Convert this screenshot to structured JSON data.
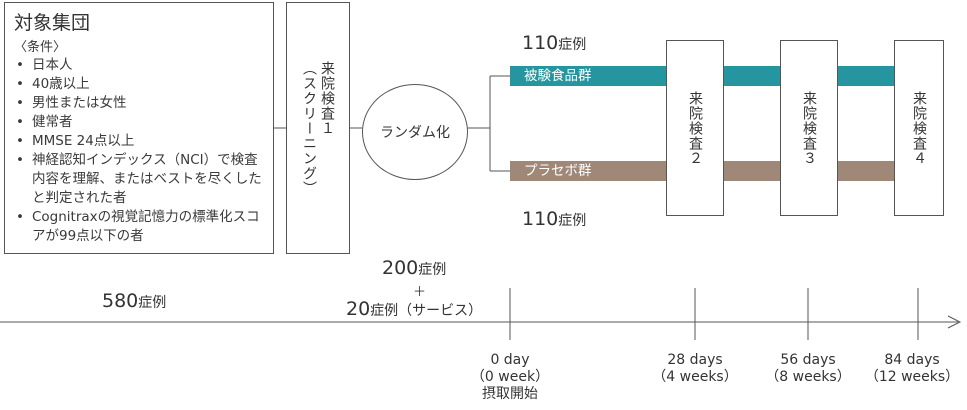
{
  "target": {
    "title": "対象集団",
    "subtitle": "〈条件〉",
    "criteria": [
      "日本人",
      "40歳以上",
      "男性または女性",
      "健常者",
      "MMSE 24点以上",
      "神経認知インデックス（NCI）で検査内容を理解、またはベストを尽くしたと判定された者",
      "Cognitraxの視覚記憶力の標準化スコアが99点以下の者"
    ]
  },
  "visit1": {
    "text": "来院検査１\n（スクリーニング）"
  },
  "randomization": {
    "label": "ランダム化"
  },
  "groups": {
    "test_label": "被験食品群",
    "placebo_label": "プラセボ群",
    "test_color": "#2596a0",
    "placebo_color": "#a08878",
    "test_count_num": "110",
    "test_count_unit": "症例",
    "placebo_count_num": "110",
    "placebo_count_unit": "症例"
  },
  "visits": [
    {
      "label": "来院検査２"
    },
    {
      "label": "来院検査３"
    },
    {
      "label": "来院検査４"
    }
  ],
  "timeline": {
    "screen_count_num": "580",
    "screen_count_unit": "症例",
    "enrolled_num": "200",
    "enrolled_unit": "症例",
    "plus": "＋",
    "service_num": "20",
    "service_unit": "症例（サービス）",
    "ticks": [
      {
        "day": "0 day",
        "week": "（0 week）",
        "note": "摂取開始"
      },
      {
        "day": "28 days",
        "week": "（4 weeks）",
        "note": ""
      },
      {
        "day": "56 days",
        "week": "（8 weeks）",
        "note": ""
      },
      {
        "day": "84 days",
        "week": "（12 weeks）",
        "note": ""
      }
    ]
  }
}
